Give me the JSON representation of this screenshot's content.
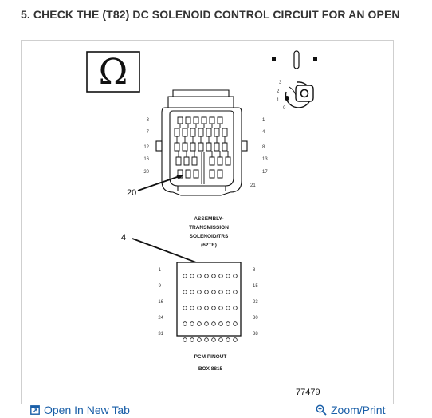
{
  "title": "5. CHECK THE (T82) DC SOLENOID CONTROL CIRCUIT FOR AN OPEN",
  "figure": {
    "ohm_symbol": "Ω",
    "connector": {
      "left_pins": [
        "3",
        "7",
        "12",
        "16",
        "20"
      ],
      "right_pins": [
        "1",
        "4",
        "8",
        "13",
        "17",
        "21"
      ],
      "callout": "20",
      "label_lines": [
        "ASSEMBLY-",
        "TRANSMISSION",
        "SOLENOID/TRS",
        "(62TE)"
      ]
    },
    "ignition": {
      "positions": [
        "3",
        "2",
        "1",
        "0"
      ]
    },
    "pinout_box": {
      "callout": "4",
      "left_pins": [
        "1",
        "9",
        "16",
        "24",
        "31"
      ],
      "right_pins": [
        "8",
        "15",
        "23",
        "30",
        "38"
      ],
      "label_lines": [
        "PCM PINOUT",
        "BOX 8815"
      ]
    },
    "figure_id": "77479"
  },
  "links": {
    "open_tab": "Open In New Tab",
    "zoom_print": "Zoom/Print"
  },
  "colors": {
    "link": "#1a5fa8",
    "title": "#333333",
    "border": "#cfcfcf"
  }
}
